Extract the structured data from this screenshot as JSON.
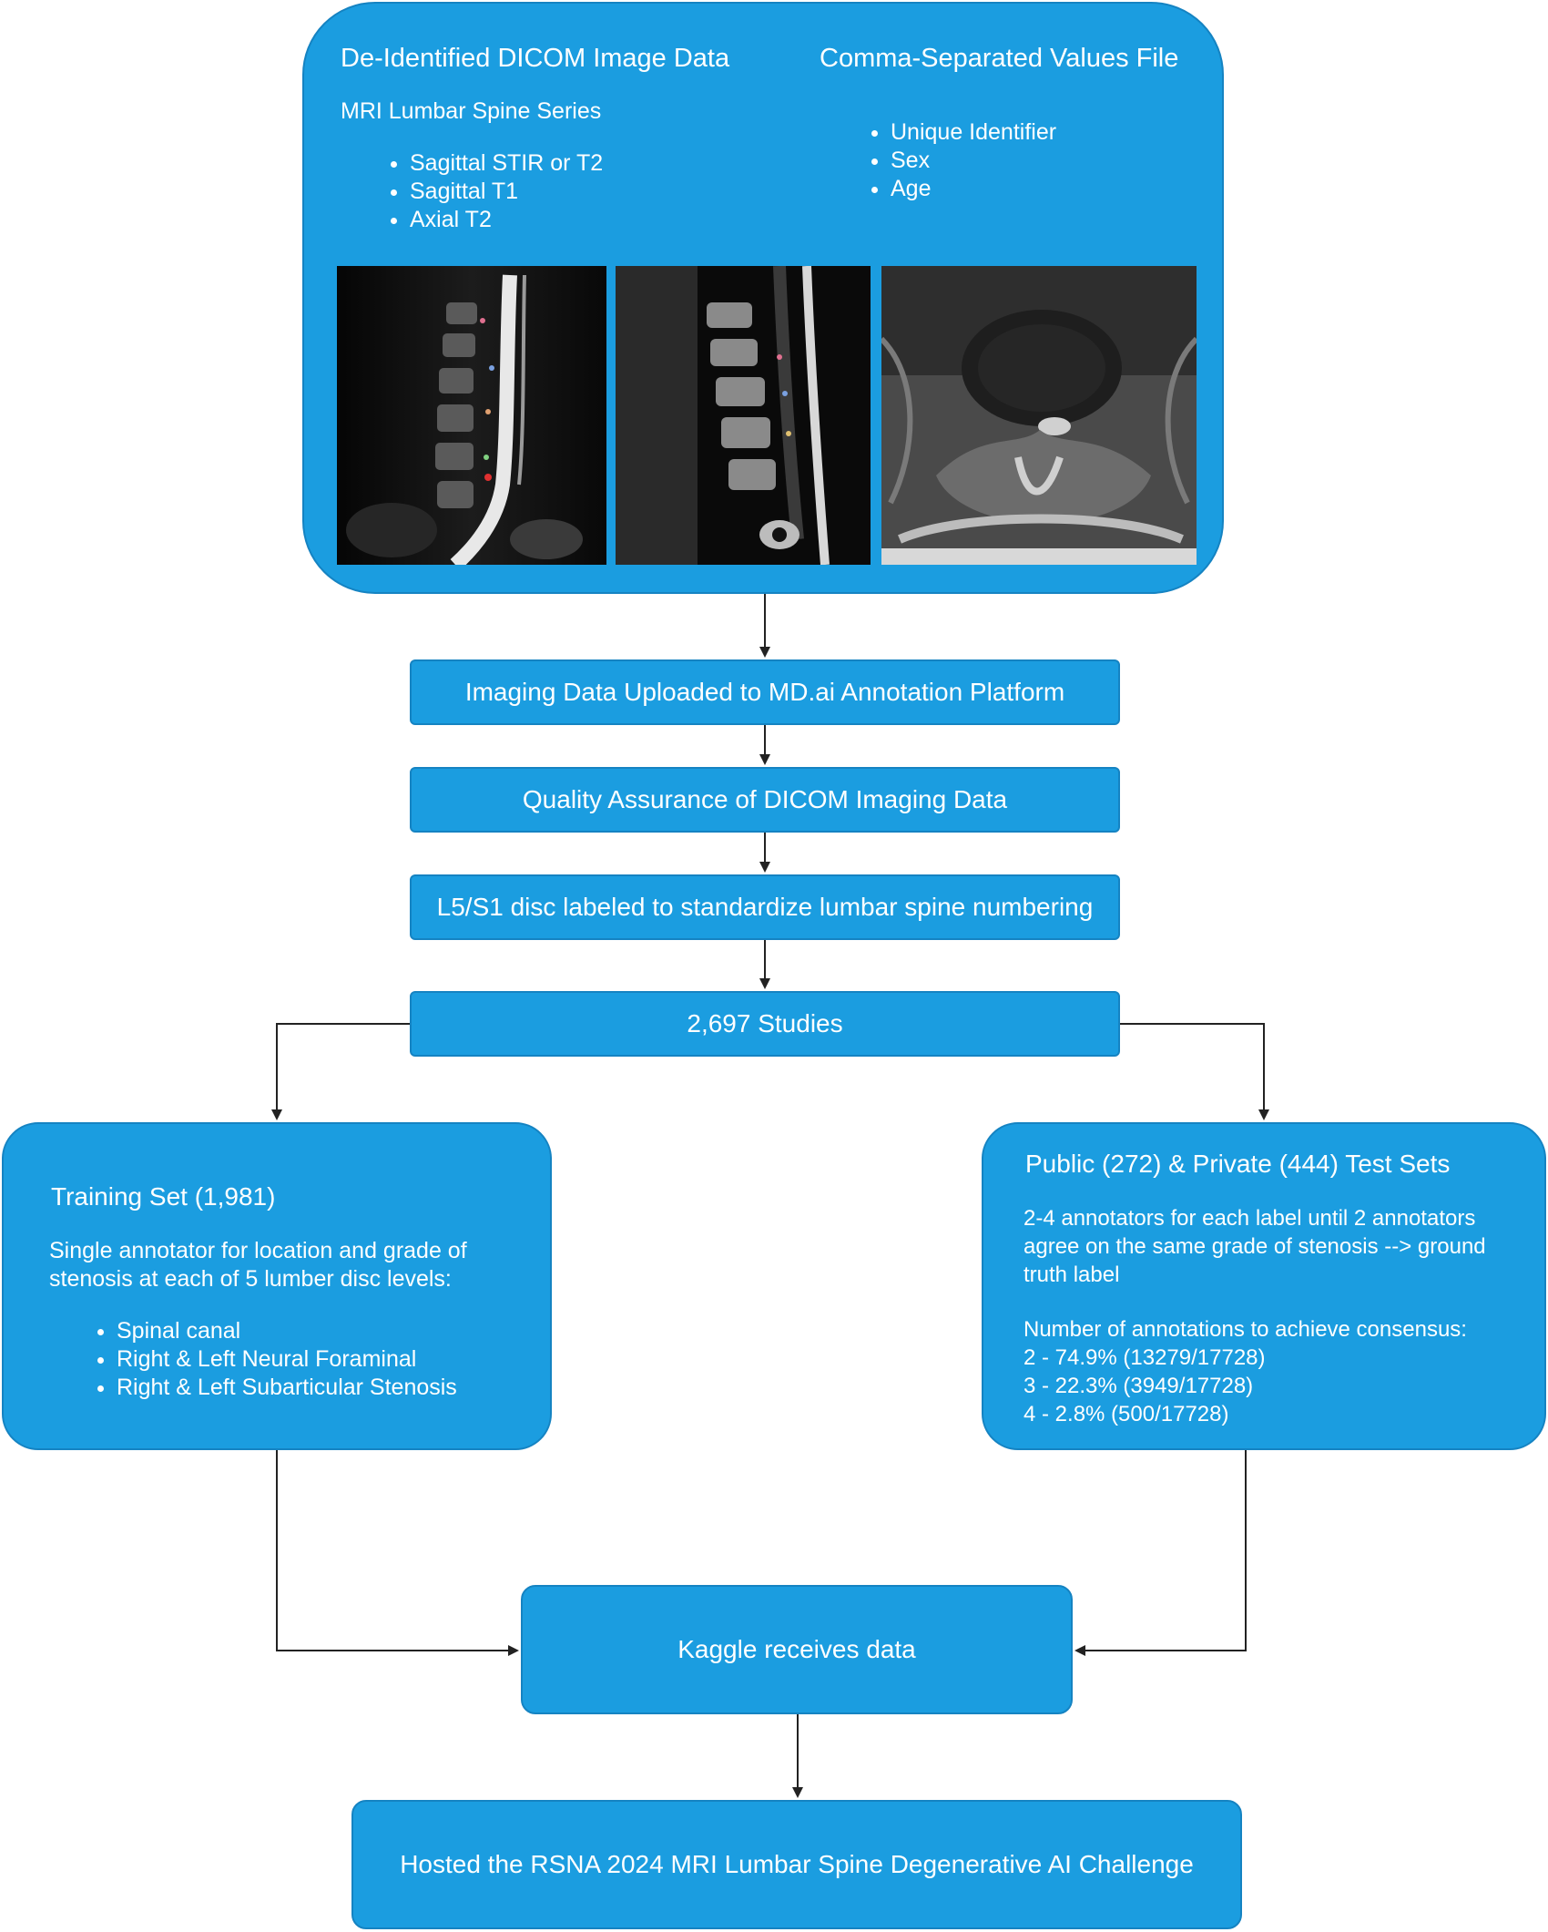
{
  "top_panel": {
    "dicom_title": "De-Identified DICOM Image Data",
    "series_title": "MRI Lumbar Spine Series",
    "series_items": [
      "Sagittal STIR or T2",
      "Sagittal T1",
      "Axial T2"
    ],
    "csv_title": "Comma-Separated Values File",
    "csv_items": [
      "Unique Identifier",
      "Sex",
      "Age"
    ]
  },
  "steps": {
    "upload": "Imaging Data Uploaded to MD.ai Annotation Platform",
    "qa": "Quality Assurance of DICOM Imaging Data",
    "l5s1": "L5/S1 disc labeled to standardize lumbar spine numbering",
    "studies": "2,697 Studies",
    "kaggle": "Kaggle receives data",
    "hosted": "Hosted the RSNA 2024 MRI Lumbar Spine Degenerative AI Challenge"
  },
  "training": {
    "title": "Training Set (1,981)",
    "description": "Single annotator for location and grade of stenosis at each of 5 lumber disc levels:",
    "items": [
      "Spinal canal",
      "Right & Left Neural Foraminal",
      "Right & Left Subarticular Stenosis"
    ]
  },
  "test": {
    "title": "Public (272) & Private (444) Test Sets",
    "description": "2-4 annotators for each label until 2 annotators agree on the same grade of stenosis --> ground truth label",
    "consensus_title": "Number of annotations to achieve consensus:",
    "consensus_lines": [
      "2 - 74.9% (13279/17728)",
      "3 - 22.3% (3949/17728)",
      "4 - 2.8% (500/17728)"
    ]
  },
  "colors": {
    "box_fill": "#1b9de0",
    "box_border": "#1583c2",
    "text": "#ffffff",
    "connector": "#222222"
  }
}
